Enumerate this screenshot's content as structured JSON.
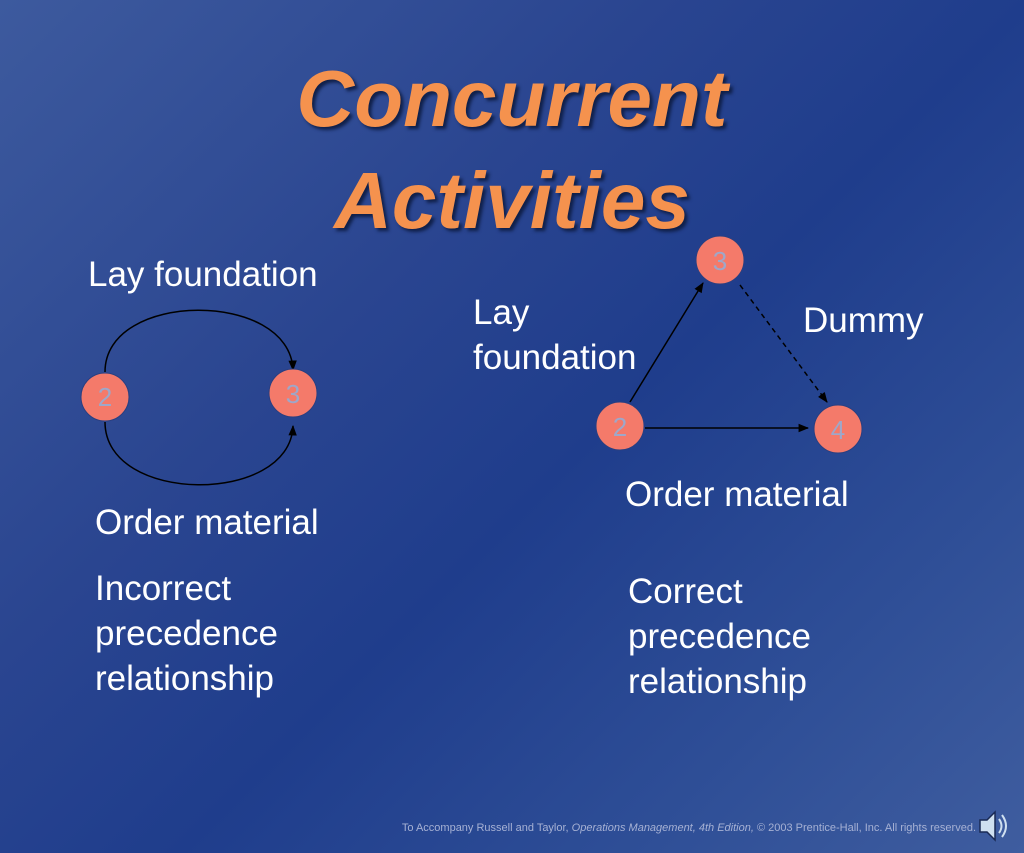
{
  "title": {
    "line1": "Concurrent",
    "line2": "Activities"
  },
  "left": {
    "top_label": "Lay foundation",
    "bottom_label": "Order material",
    "caption": [
      "Incorrect",
      "precedence",
      "relationship"
    ],
    "nodes": [
      "2",
      "3"
    ]
  },
  "right": {
    "label_lay": [
      "Lay",
      "foundation"
    ],
    "label_dummy": "Dummy",
    "label_order": "Order material",
    "caption": [
      "Correct",
      "precedence",
      "relationship"
    ],
    "nodes": [
      "2",
      "3",
      "4"
    ]
  },
  "footer": {
    "prefix": "To Accompany Russell and Taylor, ",
    "book": "Operations Management, 4th Edition,",
    "suffix": " © 2003 Prentice-Hall, Inc. All rights reserved."
  },
  "colors": {
    "node_fill": "#f47a6a",
    "title": "#f5924e",
    "arrow": "#000000"
  },
  "icons": [
    "speaker-icon"
  ]
}
